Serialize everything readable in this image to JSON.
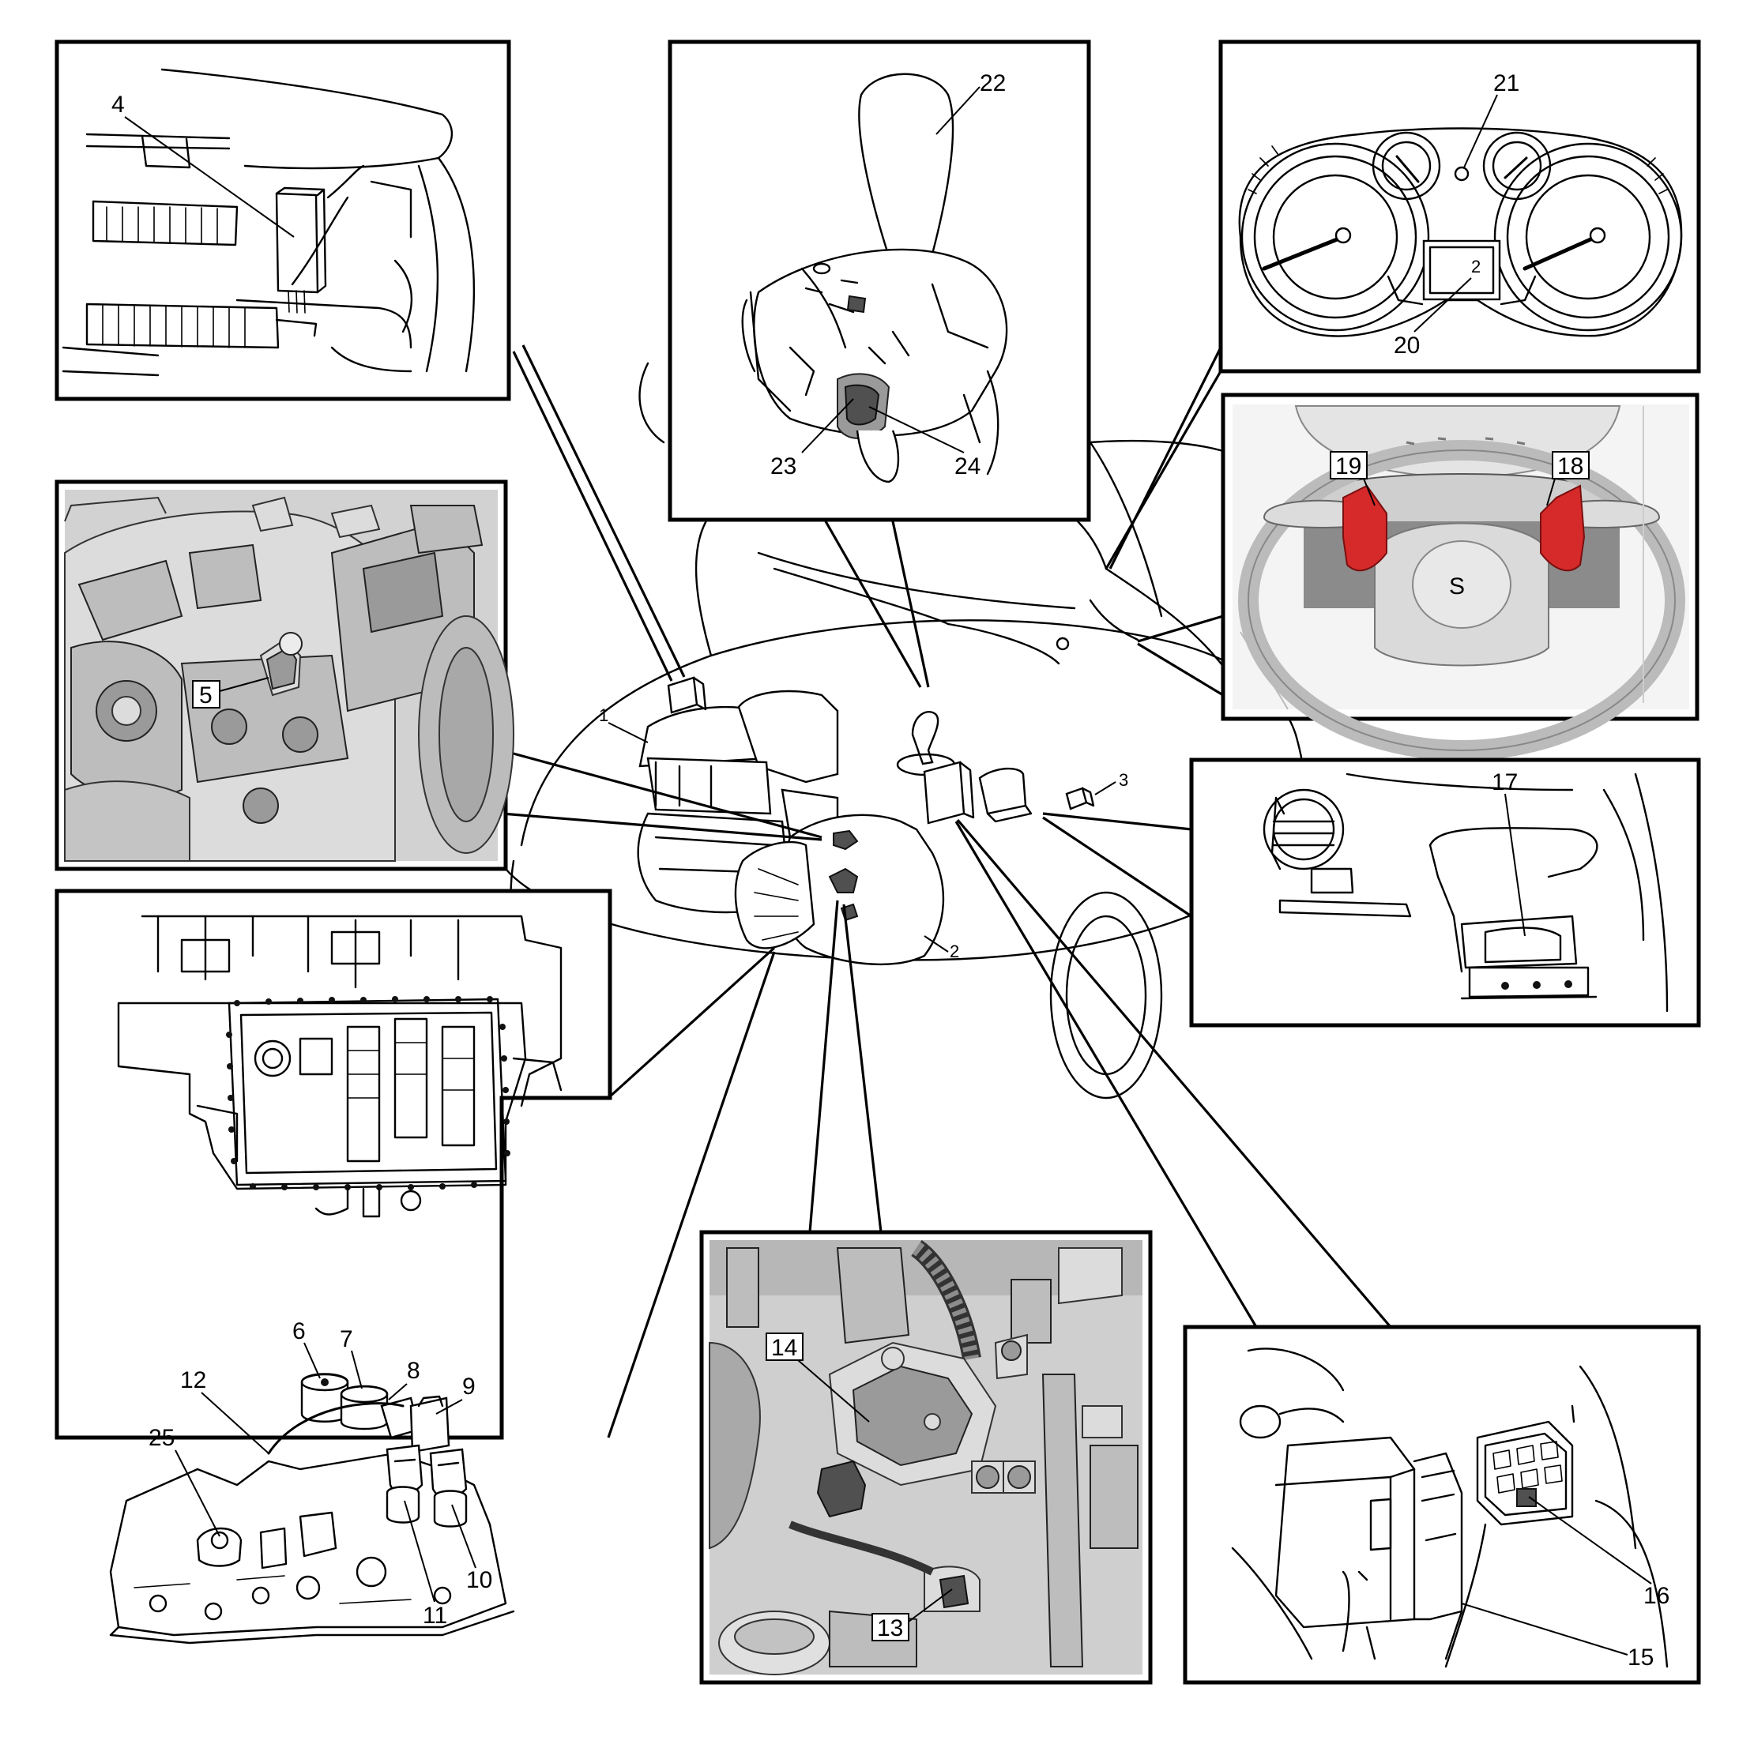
{
  "labels": {
    "l1": "1",
    "l2": "2",
    "l3": "3",
    "l4": "4",
    "l5": "5",
    "l6": "6",
    "l7": "7",
    "l8": "8",
    "l9": "9",
    "l10": "10",
    "l11": "11",
    "l12": "12",
    "l13": "13",
    "l14": "14",
    "l15": "15",
    "l16": "16",
    "l17": "17",
    "l18": "18",
    "l19": "19",
    "l20": "20",
    "l21": "21",
    "l22": "22",
    "l23": "23",
    "l24": "24",
    "l25": "25"
  },
  "gear_display": "2",
  "badge_letter": "S",
  "colors": {
    "paddle_red": "#d62a2a",
    "render_grey": "#bdbdbd",
    "line": "#000000"
  }
}
